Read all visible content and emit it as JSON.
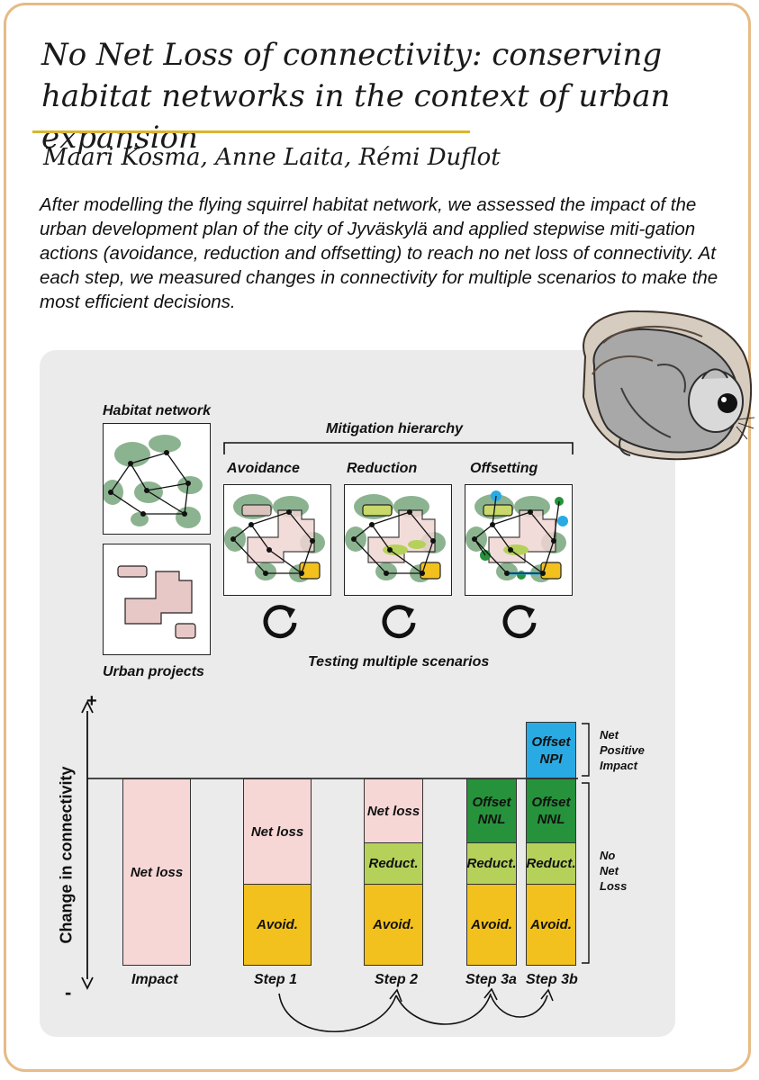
{
  "header": {
    "title": "No Net Loss of  connectivity: conserving habitat networks in the context of  urban expansion",
    "authors": "Maari Kosma, Anne Laita, Rémi Duflot",
    "abstract": "After modelling the flying squirrel habitat network, we assessed the impact of the urban development plan of the city of Jyväskylä and applied stepwise miti-gation actions (avoidance, reduction and offsetting) to reach no net loss of connectivity. At each step, we measured changes in connectivity for multiple scenarios to make the most efficient decisions."
  },
  "diagram": {
    "habitat_network_label": "Habitat network",
    "urban_projects_label": "Urban projects",
    "mitigation_hierarchy_label": "Mitigation hierarchy",
    "stages": [
      "Avoidance",
      "Reduction",
      "Offsetting"
    ],
    "testing_label": "Testing multiple scenarios"
  },
  "chart": {
    "y_axis_label": "Change in connectivity",
    "plus_sign": "+",
    "minus_sign": "-",
    "categories": [
      "Impact",
      "Step 1",
      "Step 2",
      "Step 3a",
      "Step 3b"
    ],
    "segment_labels": {
      "net_loss": "Net loss",
      "avoid": "Avoid.",
      "reduct": "Reduct.",
      "offset_nnl_line1": "Offset",
      "offset_nnl_line2": "NNL",
      "offset_npi_line1": "Offset",
      "offset_npi_line2": "NPI"
    },
    "brackets": {
      "npi": [
        "Net",
        "Positive",
        "Impact"
      ],
      "nnl": [
        "No",
        "Net",
        "Loss"
      ]
    }
  },
  "colors": {
    "border": "#e6bb86",
    "rule": "#d8b62e",
    "net_loss": "#f6d7d6",
    "avoid": "#f2c11d",
    "reduct": "#b6d15a",
    "offset_nnl": "#26923b",
    "offset_npi": "#2aaae2",
    "habitat_patch": "#7fab84"
  },
  "icons": [
    "flying-squirrel-illustration",
    "cycle-arrow-icon",
    "curved-arrow-icon"
  ]
}
